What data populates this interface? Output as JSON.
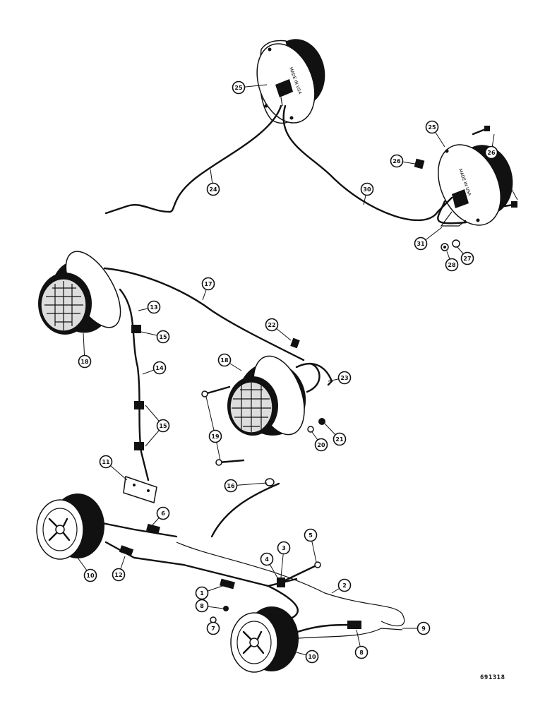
{
  "drawing_number": "691318",
  "lamp_labels": [
    "MADE IN USA",
    "MADE IN USA"
  ],
  "callouts": [
    {
      "id": "c1",
      "label": "1"
    },
    {
      "id": "c2",
      "label": "2"
    },
    {
      "id": "c3",
      "label": "3"
    },
    {
      "id": "c4",
      "label": "4"
    },
    {
      "id": "c5",
      "label": "5"
    },
    {
      "id": "c6",
      "label": "6"
    },
    {
      "id": "c7",
      "label": "7"
    },
    {
      "id": "c8a",
      "label": "8"
    },
    {
      "id": "c8b",
      "label": "8"
    },
    {
      "id": "c9a",
      "label": "9"
    },
    {
      "id": "c9b",
      "label": "9"
    },
    {
      "id": "c10a",
      "label": "10"
    },
    {
      "id": "c10b",
      "label": "10"
    },
    {
      "id": "c11",
      "label": "11"
    },
    {
      "id": "c12",
      "label": "12"
    },
    {
      "id": "c13",
      "label": "13"
    },
    {
      "id": "c14",
      "label": "14"
    },
    {
      "id": "c15a",
      "label": "15"
    },
    {
      "id": "c15b",
      "label": "15"
    },
    {
      "id": "c16",
      "label": "16"
    },
    {
      "id": "c17",
      "label": "17"
    },
    {
      "id": "c18a",
      "label": "18"
    },
    {
      "id": "c18b",
      "label": "18"
    },
    {
      "id": "c19",
      "label": "19"
    },
    {
      "id": "c20",
      "label": "20"
    },
    {
      "id": "c21",
      "label": "21"
    },
    {
      "id": "c22",
      "label": "22"
    },
    {
      "id": "c23",
      "label": "23"
    },
    {
      "id": "c24",
      "label": "24"
    },
    {
      "id": "c25a",
      "label": "25"
    },
    {
      "id": "c25b",
      "label": "25"
    },
    {
      "id": "c26a",
      "label": "26"
    },
    {
      "id": "c26b",
      "label": "26"
    },
    {
      "id": "c27",
      "label": "27"
    },
    {
      "id": "c28",
      "label": "28"
    },
    {
      "id": "c30",
      "label": "30"
    },
    {
      "id": "c31",
      "label": "31"
    }
  ]
}
